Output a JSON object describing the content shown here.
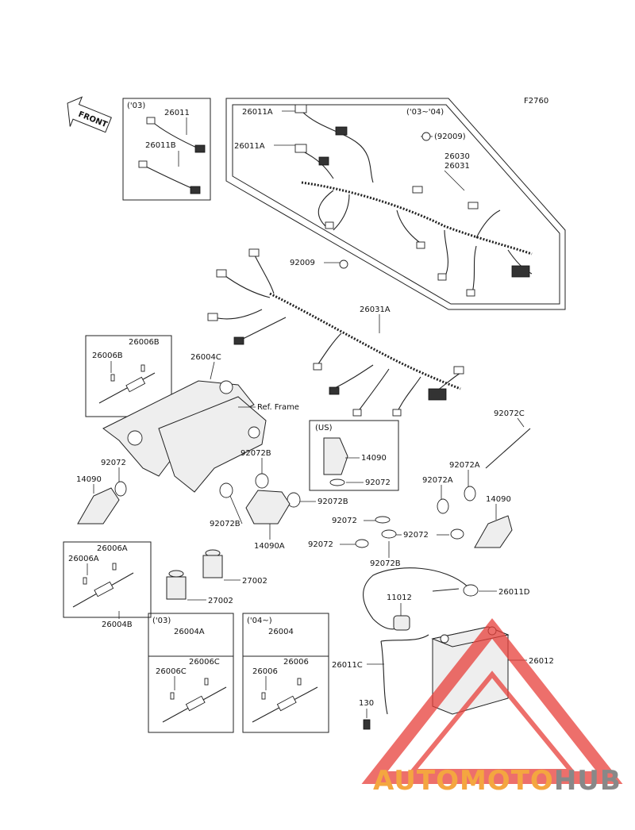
{
  "figure_code": "F2760",
  "front_label": "FRONT",
  "watermark": {
    "text_a": "AUTOMOTO",
    "text_b": "HUB",
    "color_a": "#f4a640",
    "color_b": "#888888",
    "triangle_color": "#e8403a"
  },
  "boxes": {
    "top_left_variant": "('03)",
    "harness_variant": "('03~'04)",
    "us_variant": "(US)",
    "bottom_left_variant": "('03)",
    "bottom_right_variant": "('04~)"
  },
  "parts": {
    "p26011": "26011",
    "p26011B": "26011B",
    "p26011A_1": "26011A",
    "p26011A_2": "26011A",
    "p92009_paren": "(92009)",
    "p26030": "26030",
    "p26031": "26031",
    "p92009": "92009",
    "p26031A": "26031A",
    "p26006B_box": "26006B",
    "p26006B": "26006B",
    "p26004C": "26004C",
    "ref_frame": "Ref. Frame",
    "p92072C": "92072C",
    "p14090_us": "14090",
    "p92072_us": "92072",
    "p92072_left": "92072",
    "p14090_left": "14090",
    "p92072B_a": "92072B",
    "p92072B_b": "92072B",
    "p92072B_c": "92072B",
    "p14090A": "14090A",
    "p92072A_a": "92072A",
    "p92072A_b": "92072A",
    "p14090_right": "14090",
    "p92072_mid1": "92072",
    "p92072_mid2": "92072",
    "p92072_mid3": "92072",
    "p92072B_d": "92072B",
    "p26006A_box": "26006A",
    "p26006A": "26006A",
    "p26004B": "26004B",
    "p27002_a": "27002",
    "p27002_b": "27002",
    "p26011D": "26011D",
    "p11012": "11012",
    "p26004A": "26004A",
    "p26006C_box": "26006C",
    "p26006C": "26006C",
    "p26004": "26004",
    "p26006_box": "26006",
    "p26006": "26006",
    "p26011C": "26011C",
    "p26012": "26012",
    "p130": "130"
  }
}
